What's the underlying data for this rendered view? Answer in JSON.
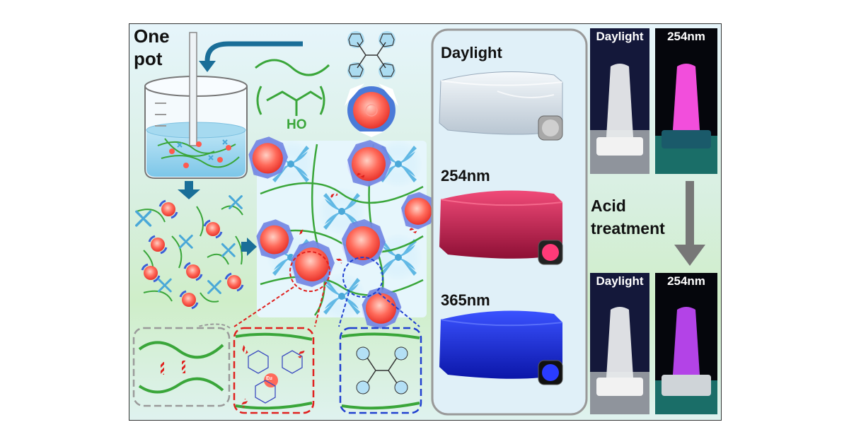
{
  "labels": {
    "one": "One",
    "pot": "pot",
    "ho": "HO",
    "eu": "Eu",
    "acid_line1": "Acid",
    "acid_line2": "treatment"
  },
  "gel_panel": {
    "daylight": "Daylight",
    "uv254": "254nm",
    "uv365": "365nm"
  },
  "photos": {
    "top_left": "Daylight",
    "top_right": "254nm",
    "bottom_left": "Daylight",
    "bottom_right": "254nm"
  },
  "colors": {
    "polymer_green": "#3aa63a",
    "tpe_blue": "#4aa8d8",
    "eu_red": "#ff5a4f",
    "arrow_blue": "#1a6e98",
    "hbond_red": "#e0201e",
    "gel_pink": "#d8285a",
    "gel_blue": "#1b2ee0",
    "vial_pink": "#ff4fe0"
  }
}
